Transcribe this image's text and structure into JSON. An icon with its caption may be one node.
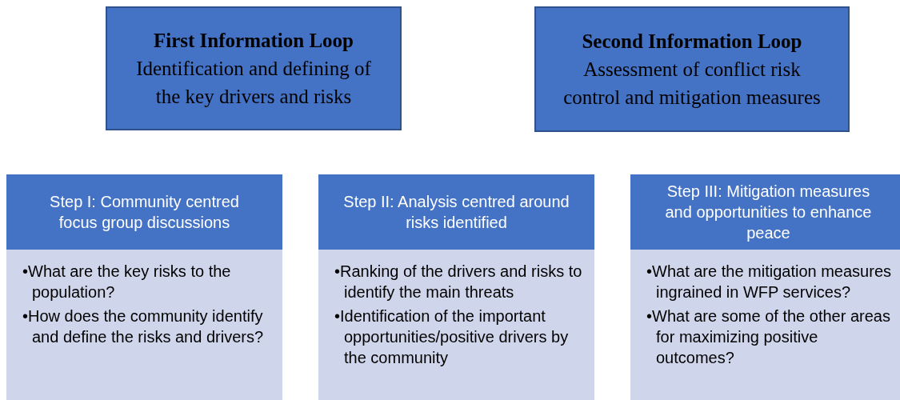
{
  "diagram": {
    "nodes": [
      {
        "text": [
          "First Information Loop",
          "Identification and defining of the key drivers and risks"
        ]
      },
      {
        "text": [
          "Second Information Loop",
          "Assessment of conflict risk control and mitigation measures"
        ]
      },
      {
        "text": [
          "Step I: Community centred focus group discussions",
          "•What are the key risks to the population?",
          "•How does the community identify and define the risks and drivers?"
        ]
      },
      {
        "text": [
          "Step II: Analysis centred around risks identified",
          "•Ranking of the drivers and risks to identify the main threats",
          "•Identification of the important opportunities/positive drivers by the community"
        ]
      },
      {
        "text": [
          "Step III: Mitigation measures and opportunities to enhance peace",
          "•What are the mitigation measures ingrained in WFP services?",
          "•What are some of the other areas for maximizing positive outcomes?"
        ]
      }
    ],
    "edges": []
  }
}
